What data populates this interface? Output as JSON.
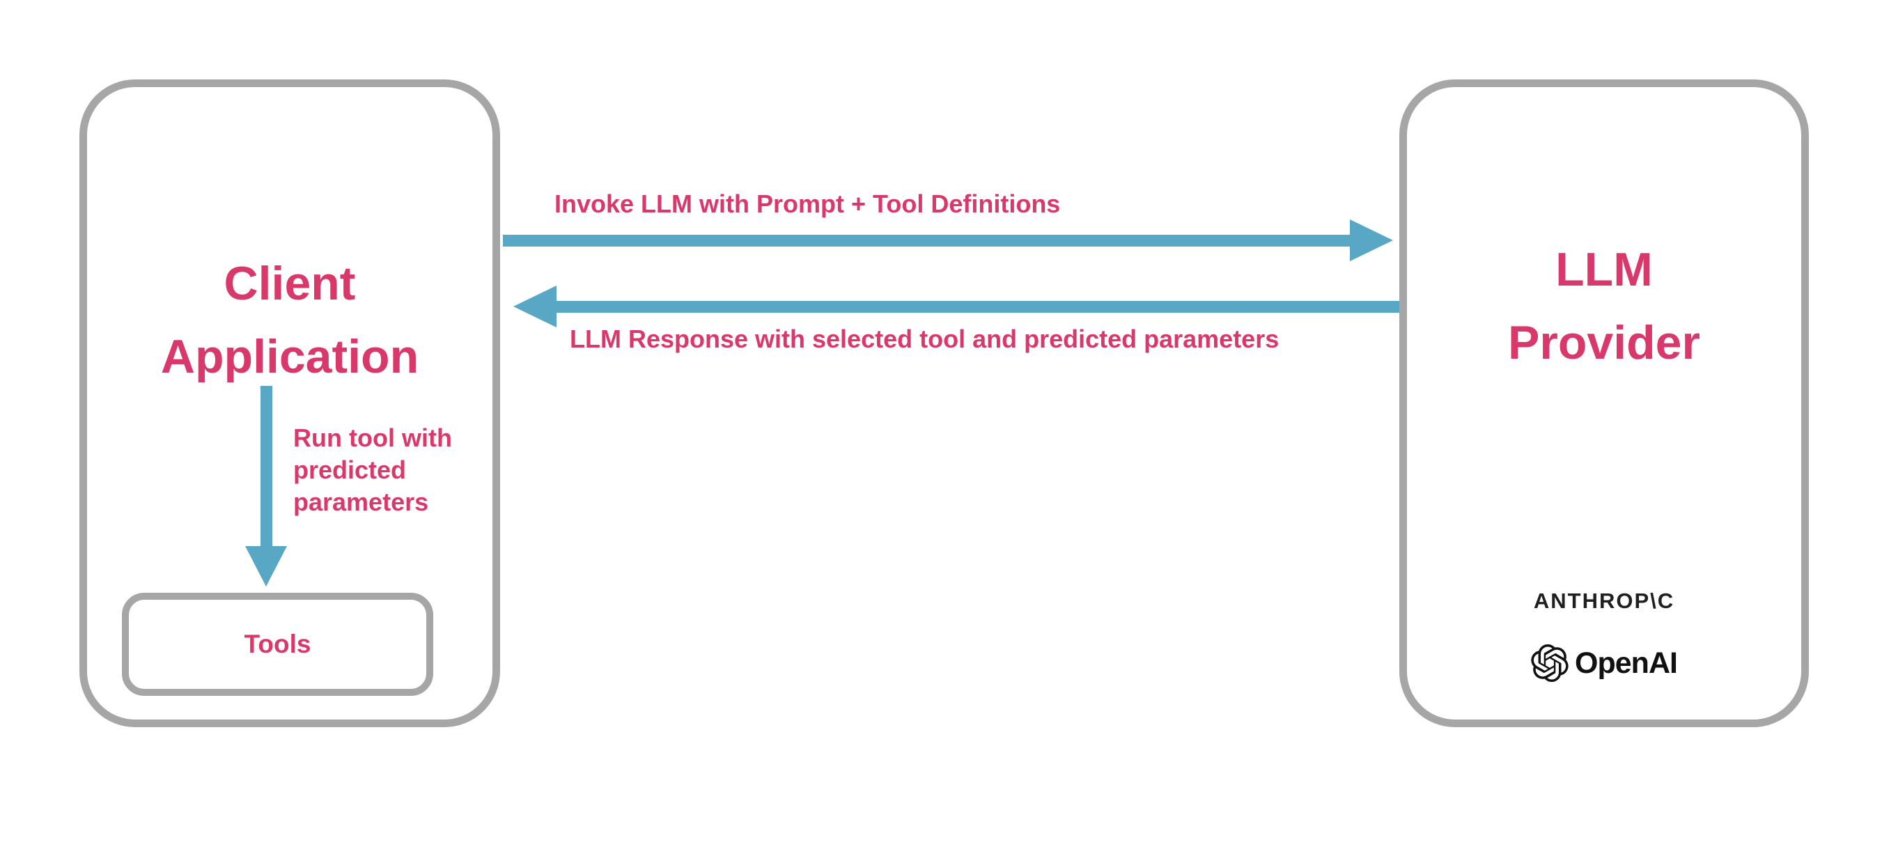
{
  "client_box": {
    "title": "Client\nApplication",
    "tools_label": "Tools"
  },
  "provider_box": {
    "title": "LLM\nProvider",
    "anthropic_label": "ANTHROP\\C",
    "openai_label": "OpenAI"
  },
  "arrows": {
    "request_label": "Invoke LLM with Prompt + Tool Definitions",
    "response_label": "LLM Response with selected tool and predicted parameters",
    "run_tool_label": "Run tool with\npredicted\nparameters"
  },
  "colors": {
    "accent_pink": "#d9396a",
    "arrow_teal": "#58a7c5",
    "border_gray": "#a6a6a6"
  }
}
